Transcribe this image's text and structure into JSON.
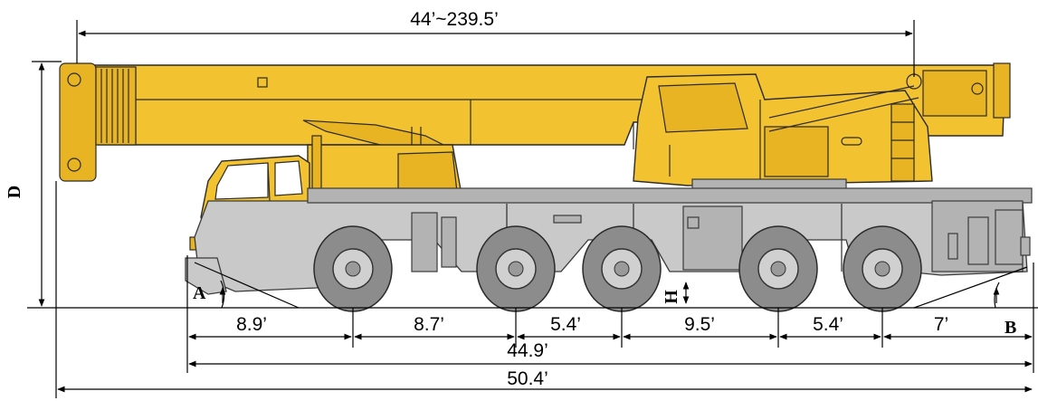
{
  "dimensions": {
    "boom_length": "44’~239.5’",
    "axle_spacings": [
      "8.9’",
      "8.7’",
      "5.4’",
      "9.5’",
      "5.4’",
      "7’"
    ],
    "carrier_length": "44.9’",
    "overall_length": "50.4’"
  },
  "labels": {
    "height": "D",
    "approach_angle": "A",
    "departure_angle": "B",
    "ground_clearance": "H"
  },
  "colors": {
    "crane_yellow": "#F2C230",
    "chassis_gray": "#c9c9c9",
    "tire_gray": "#8c8c8c"
  }
}
